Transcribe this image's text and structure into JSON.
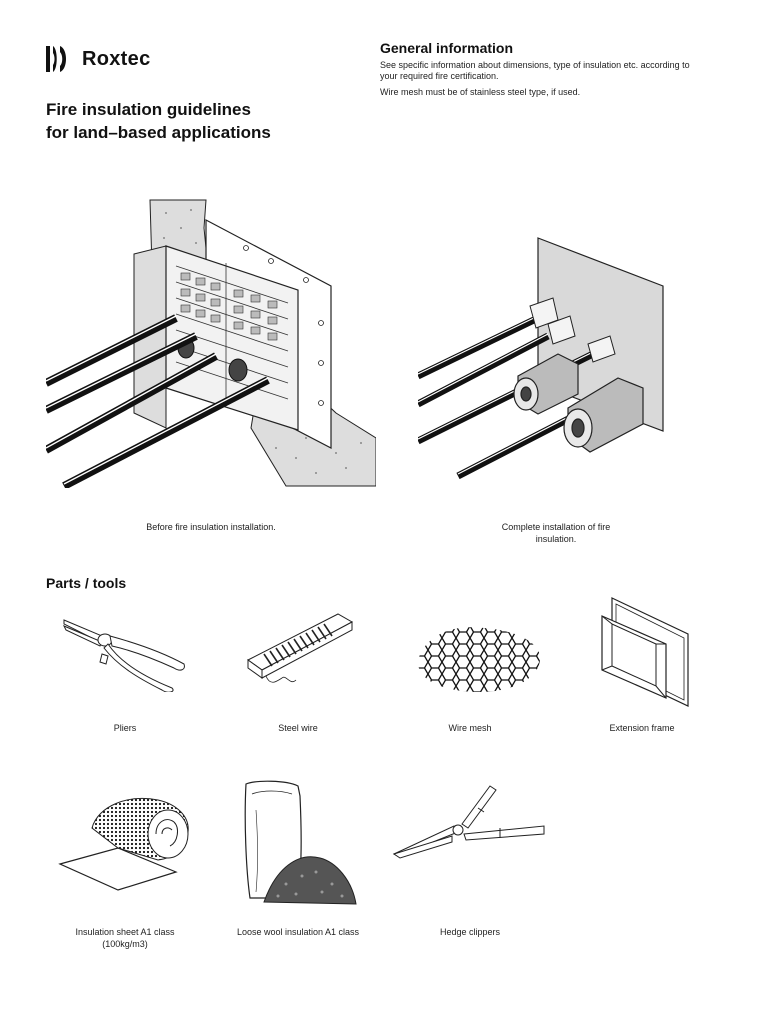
{
  "brand": {
    "name": "Roxtec"
  },
  "document": {
    "title_line1": "Fire insulation guidelines",
    "title_line2": "for land–based applications"
  },
  "general_info": {
    "heading": "General information",
    "paragraph1": "See specific information about dimensions, type of insulation etc. according to your required fire certification.",
    "paragraph2": "Wire mesh must be of stainless steel type, if used."
  },
  "figures": {
    "before_caption": "Before fire insulation installation.",
    "after_caption": "Complete installation of fire insulation."
  },
  "parts": {
    "heading": "Parts / tools",
    "items": [
      {
        "label": "Pliers",
        "icon": "pliers-icon"
      },
      {
        "label": "Steel wire",
        "icon": "steel-wire-icon"
      },
      {
        "label": "Wire mesh",
        "icon": "wire-mesh-icon"
      },
      {
        "label": "Extension frame",
        "icon": "extension-frame-icon"
      },
      {
        "label": "Insulation sheet A1 class (100kg/m3)",
        "icon": "insulation-sheet-icon"
      },
      {
        "label": "Loose wool insulation A1 class",
        "icon": "loose-wool-icon"
      },
      {
        "label": "Hedge clippers",
        "icon": "hedge-clippers-icon"
      }
    ]
  }
}
